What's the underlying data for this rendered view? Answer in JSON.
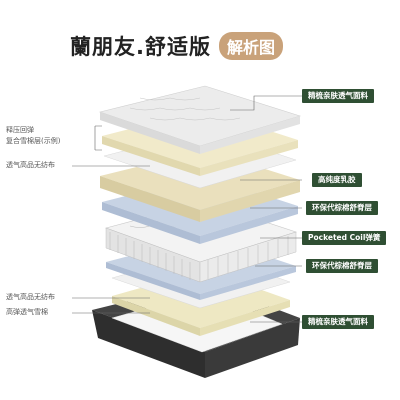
{
  "title": {
    "main": "蘭朋友.舒适版",
    "badge": "解析图"
  },
  "left_labels": [
    {
      "id": "foam",
      "lines": [
        "释压回弹",
        "复合雪棉层(示例)"
      ]
    },
    {
      "id": "nonwoven-top",
      "lines": [
        "透气高品无纺布"
      ]
    },
    {
      "id": "nonwoven-bottom",
      "lines": [
        "透气高品无纺布"
      ]
    },
    {
      "id": "snow-foam",
      "lines": [
        "高弹透气雪棉"
      ]
    }
  ],
  "right_labels": [
    {
      "id": "fabric-top",
      "text": "精梳亲肤透气面料"
    },
    {
      "id": "latex",
      "text": "高纯度乳胶"
    },
    {
      "id": "palm-top",
      "text": "环保代棕棉舒脊层"
    },
    {
      "id": "spring",
      "text": "Pocketed Coil弹簧"
    },
    {
      "id": "palm-bottom",
      "text": "环保代棕棉舒脊层"
    },
    {
      "id": "fabric-bottom",
      "text": "精梳亲肤透气面料"
    }
  ],
  "colors": {
    "badge": "#c9a27a",
    "label_bg": "#2f4f33",
    "quilt_top": "#e9e9e9",
    "foam": "#efe6c4",
    "latex": "#e8deb9",
    "palm": "#c7d3e4",
    "fabric_bottom": "#3a3a3a"
  }
}
